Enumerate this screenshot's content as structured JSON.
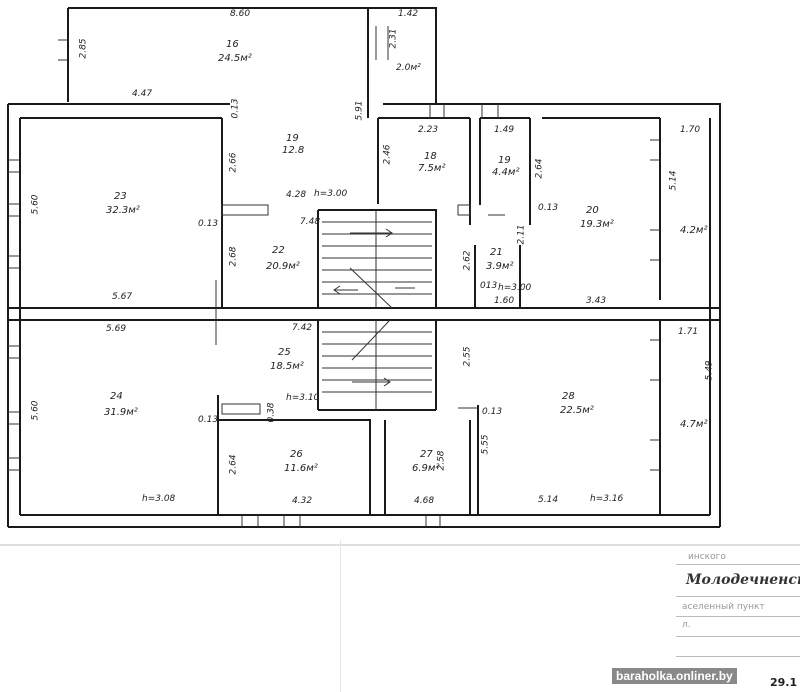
{
  "plan": {
    "labels": [
      {
        "id": "d-8-60",
        "text": "8.60"
      },
      {
        "id": "d-1-42",
        "text": "1.42"
      },
      {
        "id": "r16-num",
        "text": "16"
      },
      {
        "id": "r16-area",
        "text": "24.5м²"
      },
      {
        "id": "d-2-85",
        "text": "2.85"
      },
      {
        "id": "d-2-31",
        "text": "2.31"
      },
      {
        "id": "r-top-area",
        "text": "2.0м²"
      },
      {
        "id": "d-4-47",
        "text": "4.47"
      },
      {
        "id": "d-0-13-a",
        "text": "0.13"
      },
      {
        "id": "d-5-91",
        "text": "5.91"
      },
      {
        "id": "r19-num",
        "text": "19"
      },
      {
        "id": "r19-area",
        "text": "12.8"
      },
      {
        "id": "d-2-23",
        "text": "2.23"
      },
      {
        "id": "d-1-49",
        "text": "1.49"
      },
      {
        "id": "d-1-70",
        "text": "1.70"
      },
      {
        "id": "d-2-66",
        "text": "2.66"
      },
      {
        "id": "d-2-46",
        "text": "2.46"
      },
      {
        "id": "r18-num",
        "text": "18"
      },
      {
        "id": "r18-area",
        "text": "7.5м²"
      },
      {
        "id": "r19b-num",
        "text": "19"
      },
      {
        "id": "r19b-area",
        "text": "4.4м²"
      },
      {
        "id": "d-2-64",
        "text": "2.64"
      },
      {
        "id": "d-5-14",
        "text": "5.14"
      },
      {
        "id": "d-5-60-a",
        "text": "5.60"
      },
      {
        "id": "r23-num",
        "text": "23"
      },
      {
        "id": "r23-area",
        "text": "32.3м²"
      },
      {
        "id": "d-4-28",
        "text": "4.28"
      },
      {
        "id": "h-3-00",
        "text": "h=3.00"
      },
      {
        "id": "d-7-48",
        "text": "7.48"
      },
      {
        "id": "d-0-13-b",
        "text": "0.13"
      },
      {
        "id": "r20-num",
        "text": "20"
      },
      {
        "id": "r20-area",
        "text": "19.3м²"
      },
      {
        "id": "r-right-top-area",
        "text": "4.2м²"
      },
      {
        "id": "d-2-11",
        "text": "2.11"
      },
      {
        "id": "d-0-13-c",
        "text": "0.13"
      },
      {
        "id": "d-2-68",
        "text": "2.68"
      },
      {
        "id": "r22-num",
        "text": "22"
      },
      {
        "id": "r22-area",
        "text": "20.9м²"
      },
      {
        "id": "d-2-62",
        "text": "2.62"
      },
      {
        "id": "r21-num",
        "text": "21"
      },
      {
        "id": "r21-area",
        "text": "3.9м²"
      },
      {
        "id": "d-013",
        "text": "013"
      },
      {
        "id": "h-3-00-b",
        "text": "h=3.00"
      },
      {
        "id": "d-5-67",
        "text": "5.67"
      },
      {
        "id": "d-1-60",
        "text": "1.60"
      },
      {
        "id": "d-3-43",
        "text": "3.43"
      },
      {
        "id": "d-5-69",
        "text": "5.69"
      },
      {
        "id": "d-7-42",
        "text": "7.42"
      },
      {
        "id": "d-1-71",
        "text": "1.71"
      },
      {
        "id": "r25-num",
        "text": "25"
      },
      {
        "id": "r25-area",
        "text": "18.5м²"
      },
      {
        "id": "d-2-55",
        "text": "2.55"
      },
      {
        "id": "d-5-49",
        "text": "5.49"
      },
      {
        "id": "d-5-60-b",
        "text": "5.60"
      },
      {
        "id": "r24-num",
        "text": "24"
      },
      {
        "id": "r24-area",
        "text": "31.9м²"
      },
      {
        "id": "h-3-10",
        "text": "h=3.10"
      },
      {
        "id": "d-0-13-d",
        "text": "0.13"
      },
      {
        "id": "r28-num",
        "text": "28"
      },
      {
        "id": "r28-area",
        "text": "22.5м²"
      },
      {
        "id": "d-0-13-e",
        "text": "0.13"
      },
      {
        "id": "d-0-38",
        "text": "0.38"
      },
      {
        "id": "r-right-bot-area",
        "text": "4.7м²"
      },
      {
        "id": "d-5-55",
        "text": "5.55"
      },
      {
        "id": "d-2-64-b",
        "text": "2.64"
      },
      {
        "id": "r26-num",
        "text": "26"
      },
      {
        "id": "r26-area",
        "text": "11.6м²"
      },
      {
        "id": "d-2-58",
        "text": "2.58"
      },
      {
        "id": "r27-num",
        "text": "27"
      },
      {
        "id": "r27-area",
        "text": "6.9м²"
      },
      {
        "id": "h-3-08",
        "text": "h=3.08"
      },
      {
        "id": "d-4-32",
        "text": "4.32"
      },
      {
        "id": "d-4-68",
        "text": "4.68"
      },
      {
        "id": "d-5-14-b",
        "text": "5.14"
      },
      {
        "id": "h-3-16",
        "text": "h=3.16"
      }
    ]
  },
  "title_block": {
    "line1": "инского",
    "title": "Молодечненски",
    "line3": "аселенный пункт",
    "line4": "л."
  },
  "watermark": "baraholka.onliner.by",
  "corner": "29.1"
}
